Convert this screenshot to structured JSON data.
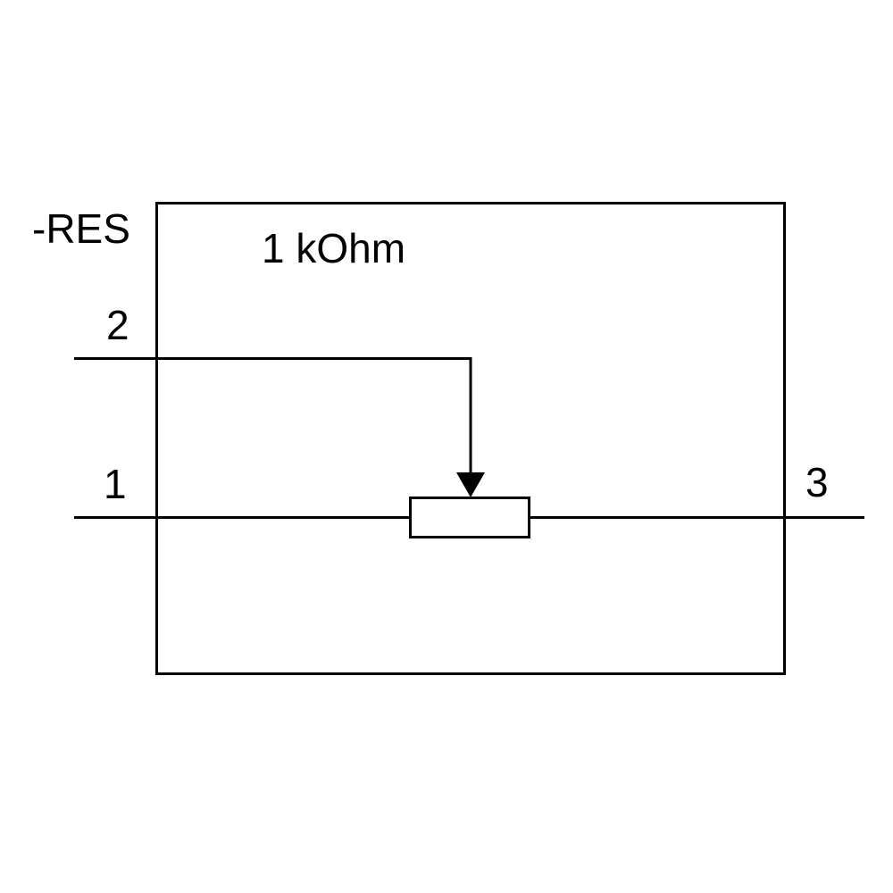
{
  "diagram": {
    "component_label": "-RES",
    "value_label": "1 kOhm",
    "pins": [
      {
        "number": "2"
      },
      {
        "number": "1"
      },
      {
        "number": "3"
      }
    ],
    "colors": {
      "line": "#000000",
      "background": "#ffffff",
      "arrow_fill": "#000000",
      "body_fill": "#ffffff"
    }
  }
}
